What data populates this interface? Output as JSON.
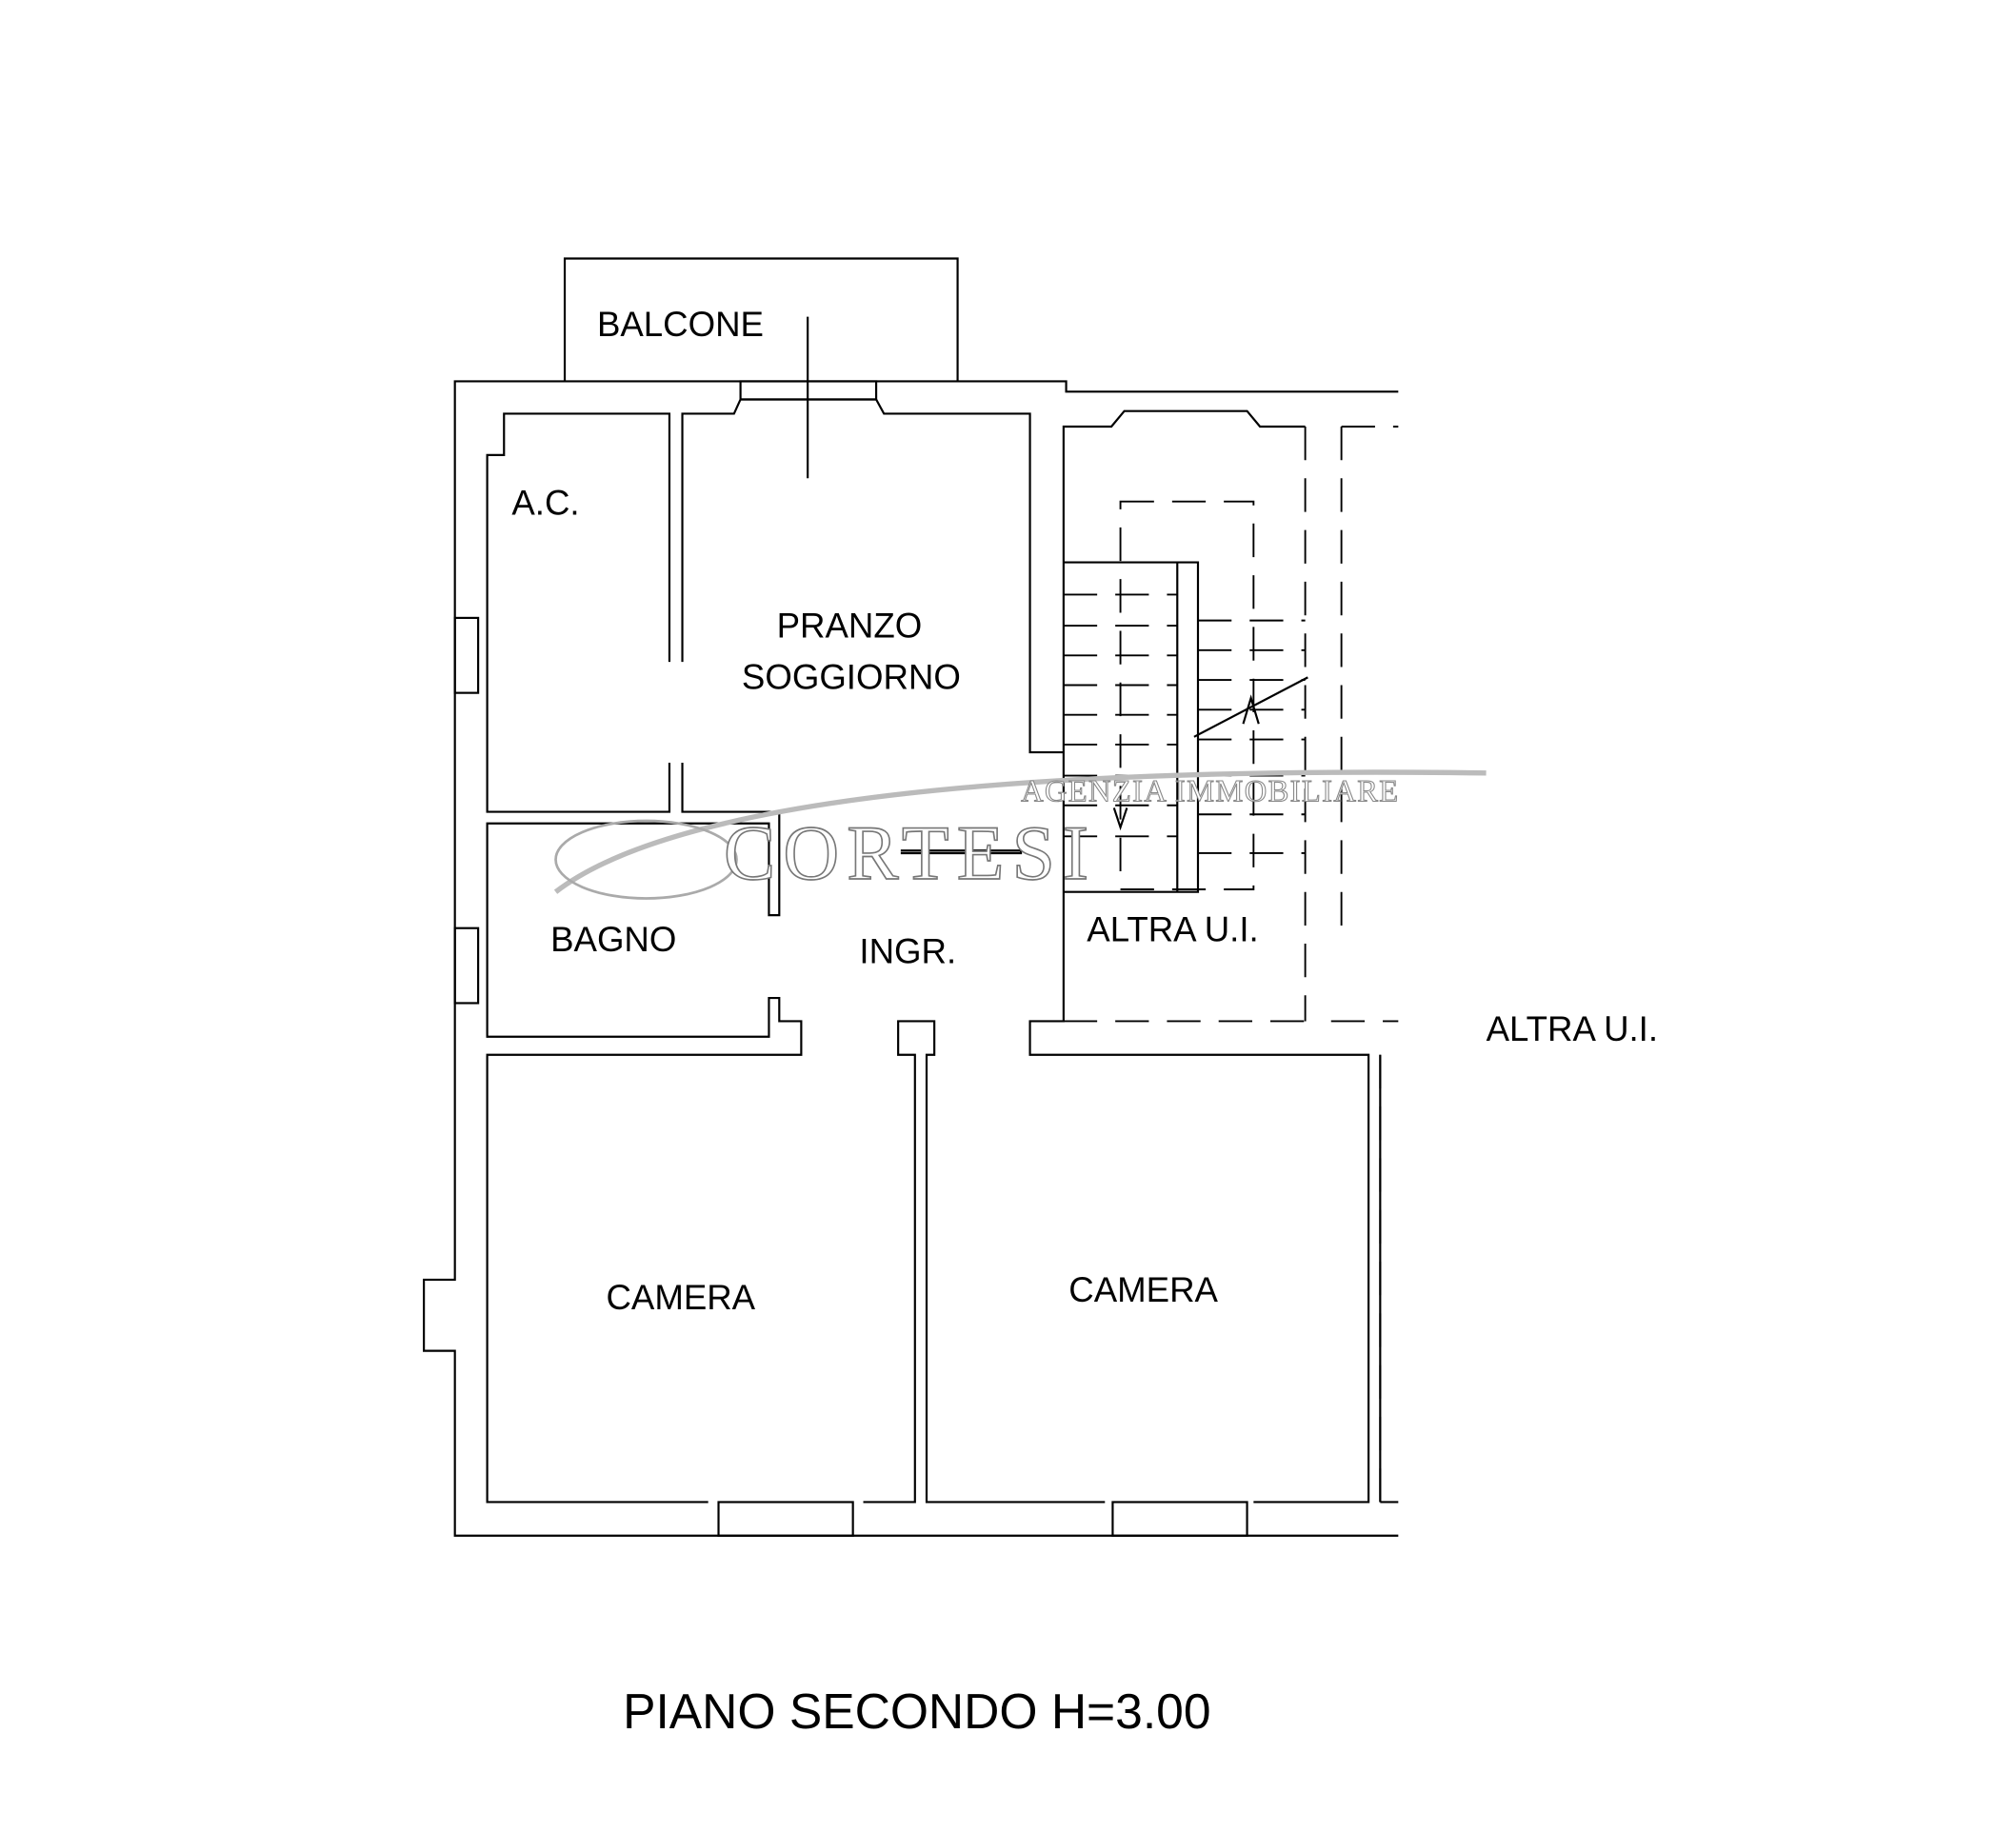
{
  "rooms": {
    "balcone": "BALCONE",
    "ac": "A.C.",
    "pranzo": "PRANZO",
    "soggiorno": "SOGGIORNO",
    "bagno": "BAGNO",
    "ingresso": "INGR.",
    "camera_left": "CAMERA",
    "camera_right": "CAMERA",
    "altra_ui_stair": "ALTRA U.I.",
    "altra_ui_right": "ALTRA U.I."
  },
  "title": "PIANO SECONDO H=3.00",
  "watermark": {
    "line1": "AGENZIA IMMOBILIARE",
    "line2": "CORTESI"
  }
}
